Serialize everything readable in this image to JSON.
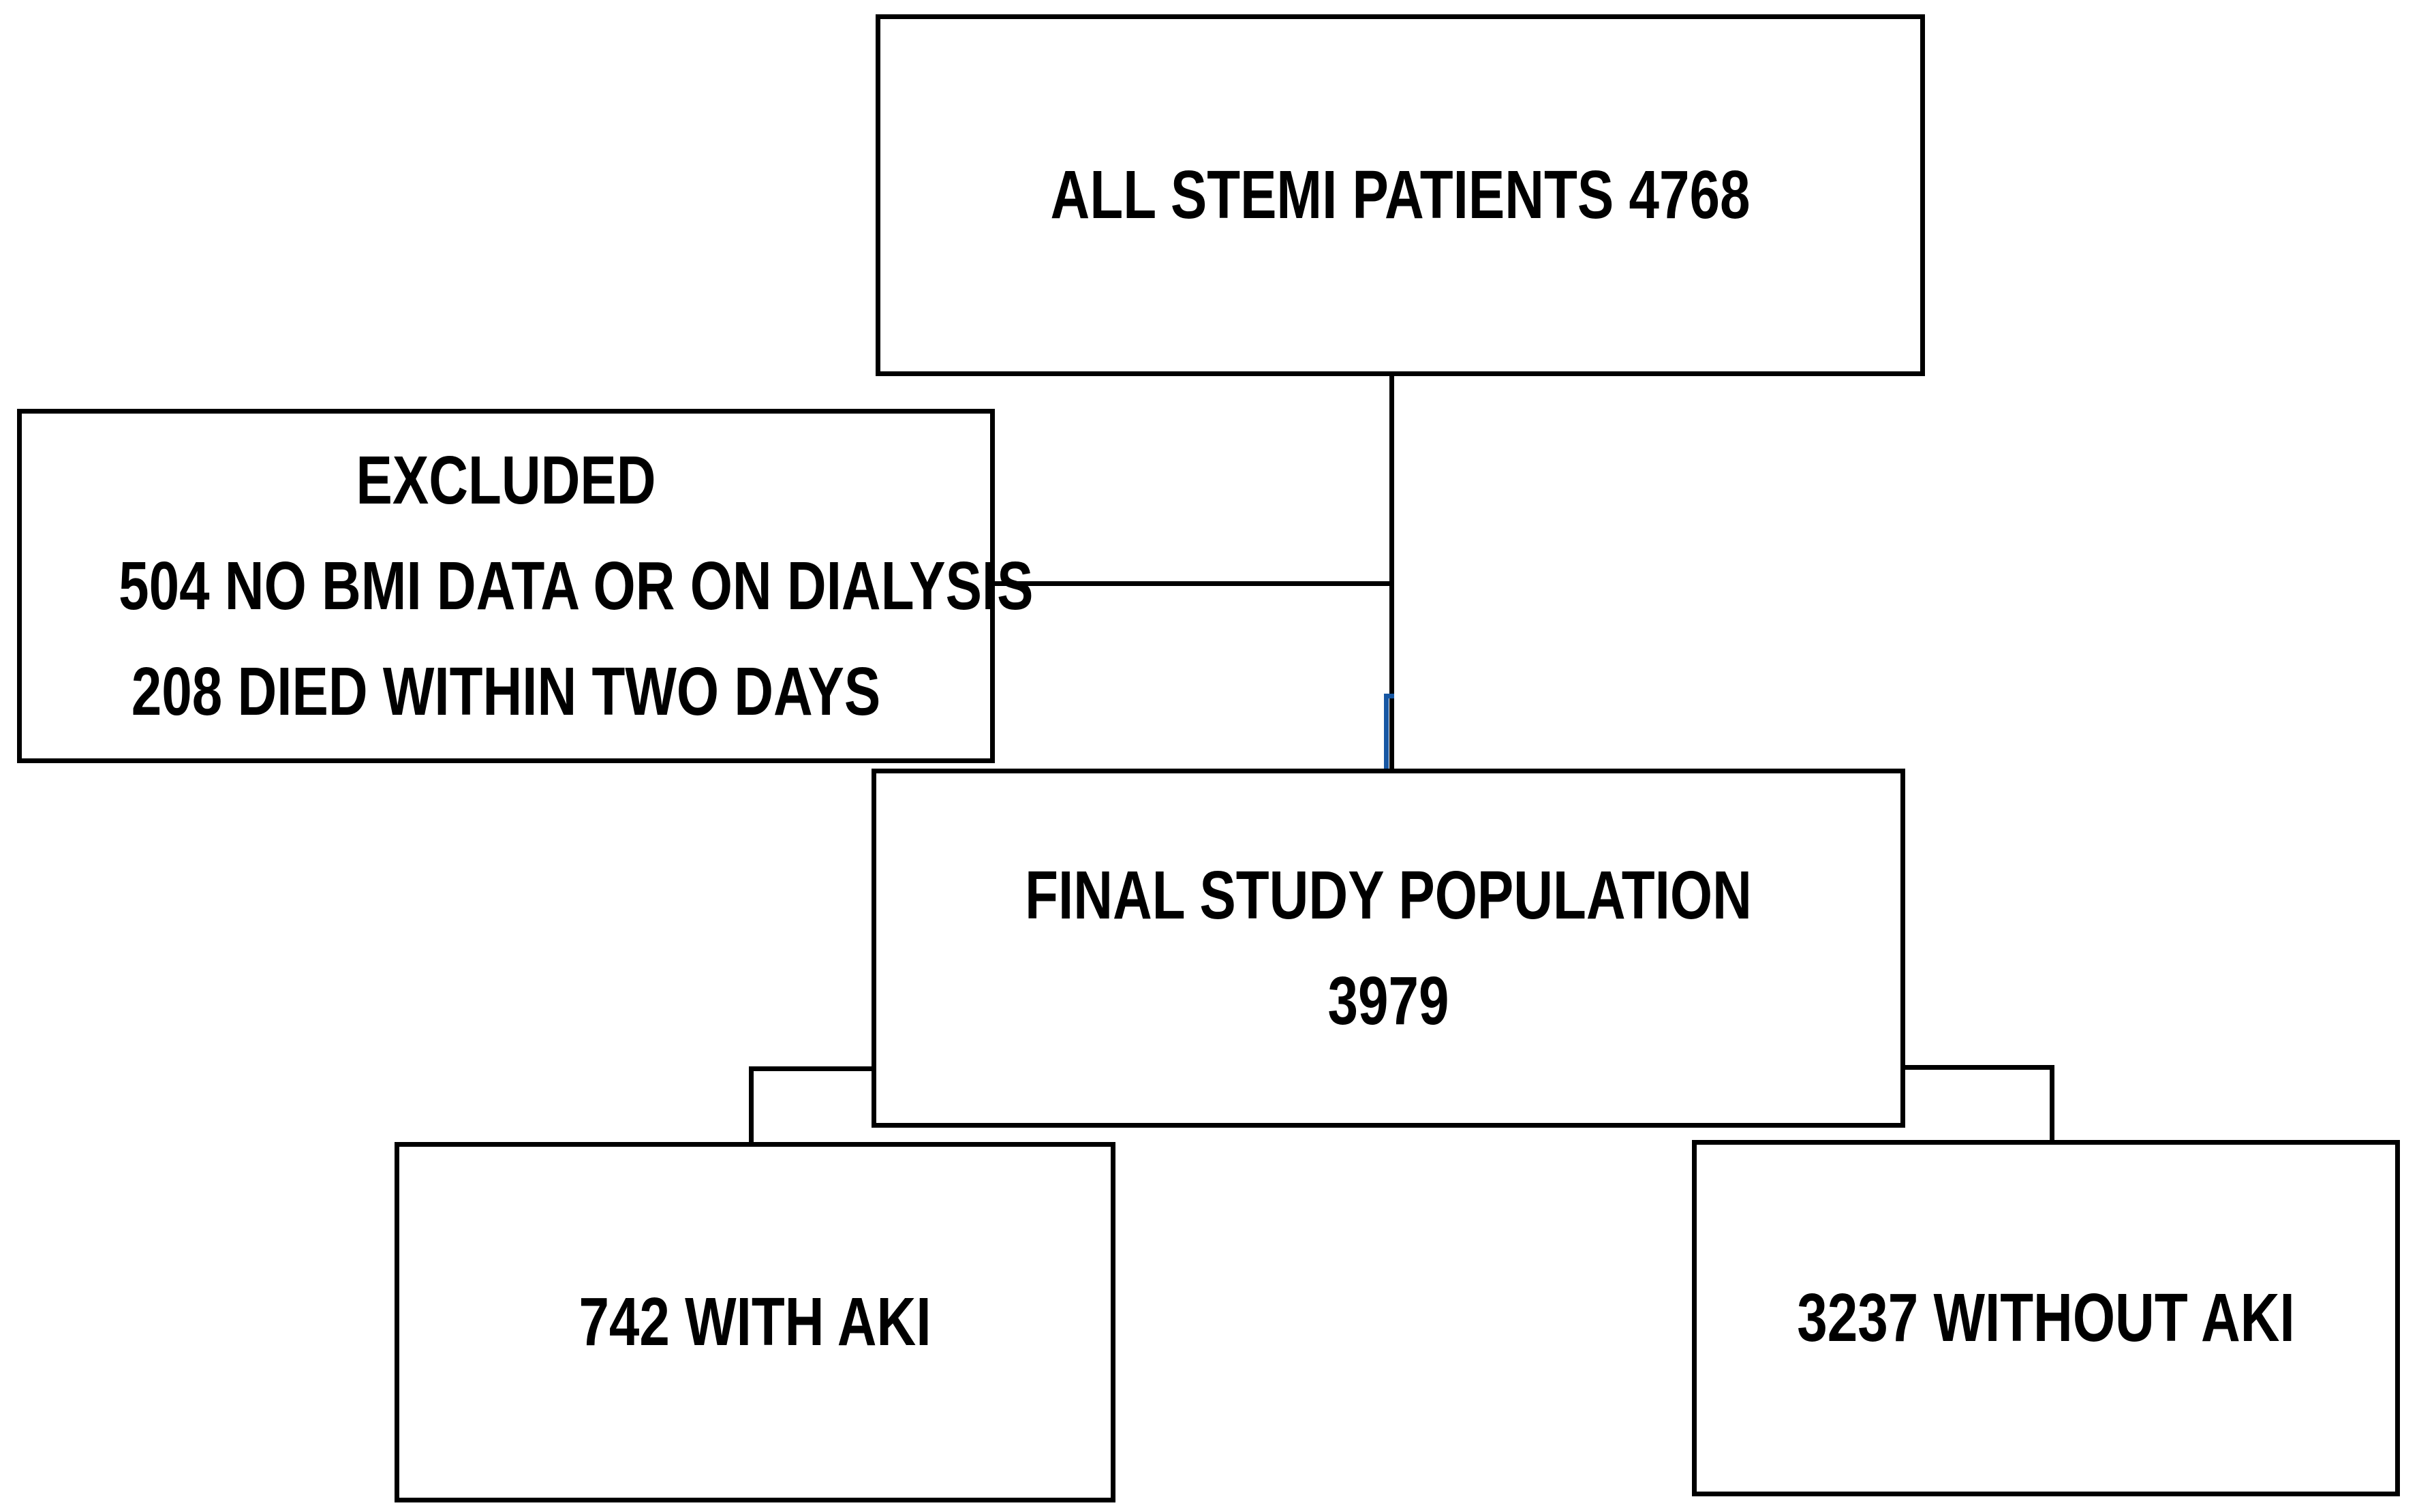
{
  "colors": {
    "background": "#ffffff",
    "line": "#000000",
    "artifact_blue": "#1757A3"
  },
  "nodes": {
    "all_stemi": {
      "label": "ALL STEMI PATIENTS 4768",
      "count": 4768
    },
    "excluded": {
      "lines": [
        "EXCLUDED",
        "504 NO BMI DATA OR ON DIALYSIS",
        "208 DIED WITHIN TWO DAYS"
      ],
      "counts": {
        "no_bmi_or_dialysis": 504,
        "died_within_two_days": 208
      }
    },
    "final_population": {
      "lines": [
        "FINAL STUDY POPULATION",
        "3979"
      ],
      "count": 3979
    },
    "with_aki": {
      "label": "742 WITH AKI",
      "count": 742
    },
    "without_aki": {
      "label": "3237 WITHOUT AKI",
      "count": 3237
    }
  }
}
